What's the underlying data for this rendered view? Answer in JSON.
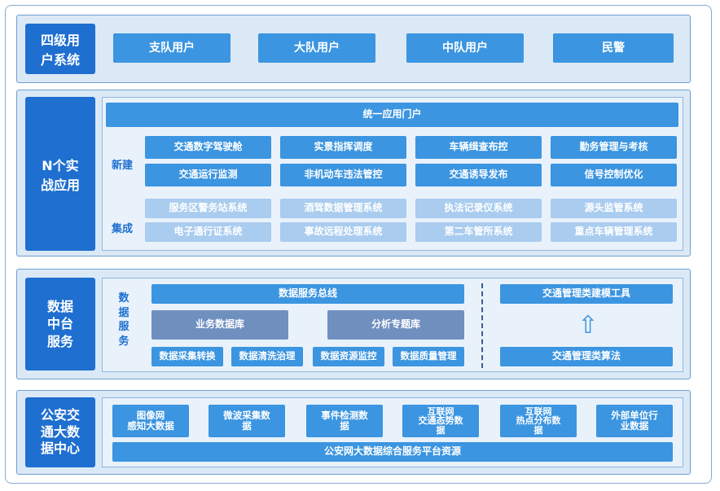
{
  "layer1": {
    "side": [
      "四级用",
      "户系统"
    ],
    "users": [
      "支队用户",
      "大队用户",
      "中队用户",
      "民警"
    ]
  },
  "layer2": {
    "side": [
      "N个实",
      "战应用"
    ],
    "portal": "统一应用门户",
    "label_new": "新建",
    "label_integrate": "集成",
    "new_row1": [
      "交通数字驾驶舱",
      "实景指挥调度",
      "车辆缉查布控",
      "勤务管理与考核"
    ],
    "new_row2": [
      "交通运行监测",
      "非机动车违法管控",
      "交通诱导发布",
      "信号控制优化"
    ],
    "int_row1": [
      "服务区警务站系统",
      "酒驾数据管理系统",
      "执法记录仪系统",
      "源头监管系统"
    ],
    "int_row2": [
      "电子通行证系统",
      "事故远程处理系统",
      "第二车管所系统",
      "重点车辆管理系统"
    ]
  },
  "layer3": {
    "side": [
      "数据",
      "中台",
      "服务"
    ],
    "label": [
      "数",
      "据",
      "服",
      "务"
    ],
    "bus": "数据服务总线",
    "db1": "业务数据库",
    "db2": "分析专题库",
    "tools": [
      "数据采集转换",
      "数据清洗治理",
      "数据资源监控",
      "数据质量管理"
    ],
    "modeling": "交通管理类建模工具",
    "algorithm": "交通管理类算法",
    "arrow": "⇧"
  },
  "layer4": {
    "side": [
      "公安交",
      "通大数",
      "据中心"
    ],
    "sources": [
      [
        "图像网",
        "感知大数据"
      ],
      [
        "微波采集数",
        "据"
      ],
      [
        "事件检测数",
        "据"
      ],
      [
        "互联网",
        "交通态势数",
        "据"
      ],
      [
        "互联网",
        "热点分布数",
        "据"
      ],
      [
        "外部单位行",
        "业数据"
      ]
    ],
    "platform": "公安网大数据综合服务平台资源"
  },
  "colors": {
    "primary": "#1e6fd0",
    "box": "#3b95e0",
    "light": "#a9ccef",
    "gray": "#6f8fbf",
    "bg": "#dbe9f6"
  }
}
